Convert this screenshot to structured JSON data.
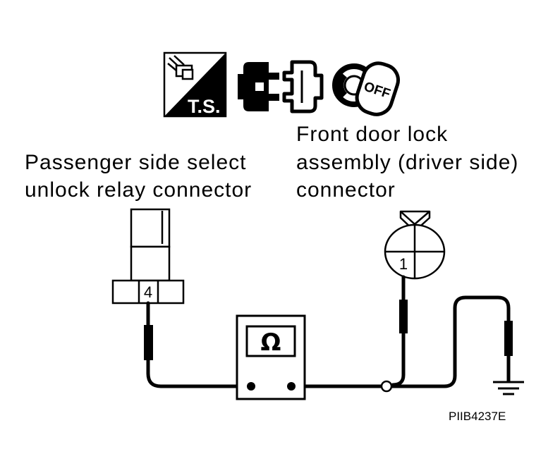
{
  "icons": {
    "test_spec": {
      "name": "tester-spec-icon",
      "text": "T.S."
    },
    "disconnect": {
      "name": "connector-disconnect-icon"
    },
    "ignition": {
      "name": "ignition-key-off-icon",
      "text": "OFF"
    },
    "meter": {
      "name": "ohmmeter-icon",
      "symbol": "Ω"
    },
    "ground": {
      "name": "ground-icon"
    }
  },
  "labels": {
    "front_door_lock": [
      "Front door lock",
      "assembly (driver side)",
      "connector"
    ],
    "passenger_relay": [
      "Passenger side select",
      "unlock relay connector"
    ]
  },
  "terminals": {
    "relay": "4",
    "door_lock": "1"
  },
  "figure_id": "PIIB4237E",
  "colors": {
    "line": "#000000",
    "background": "#ffffff"
  }
}
